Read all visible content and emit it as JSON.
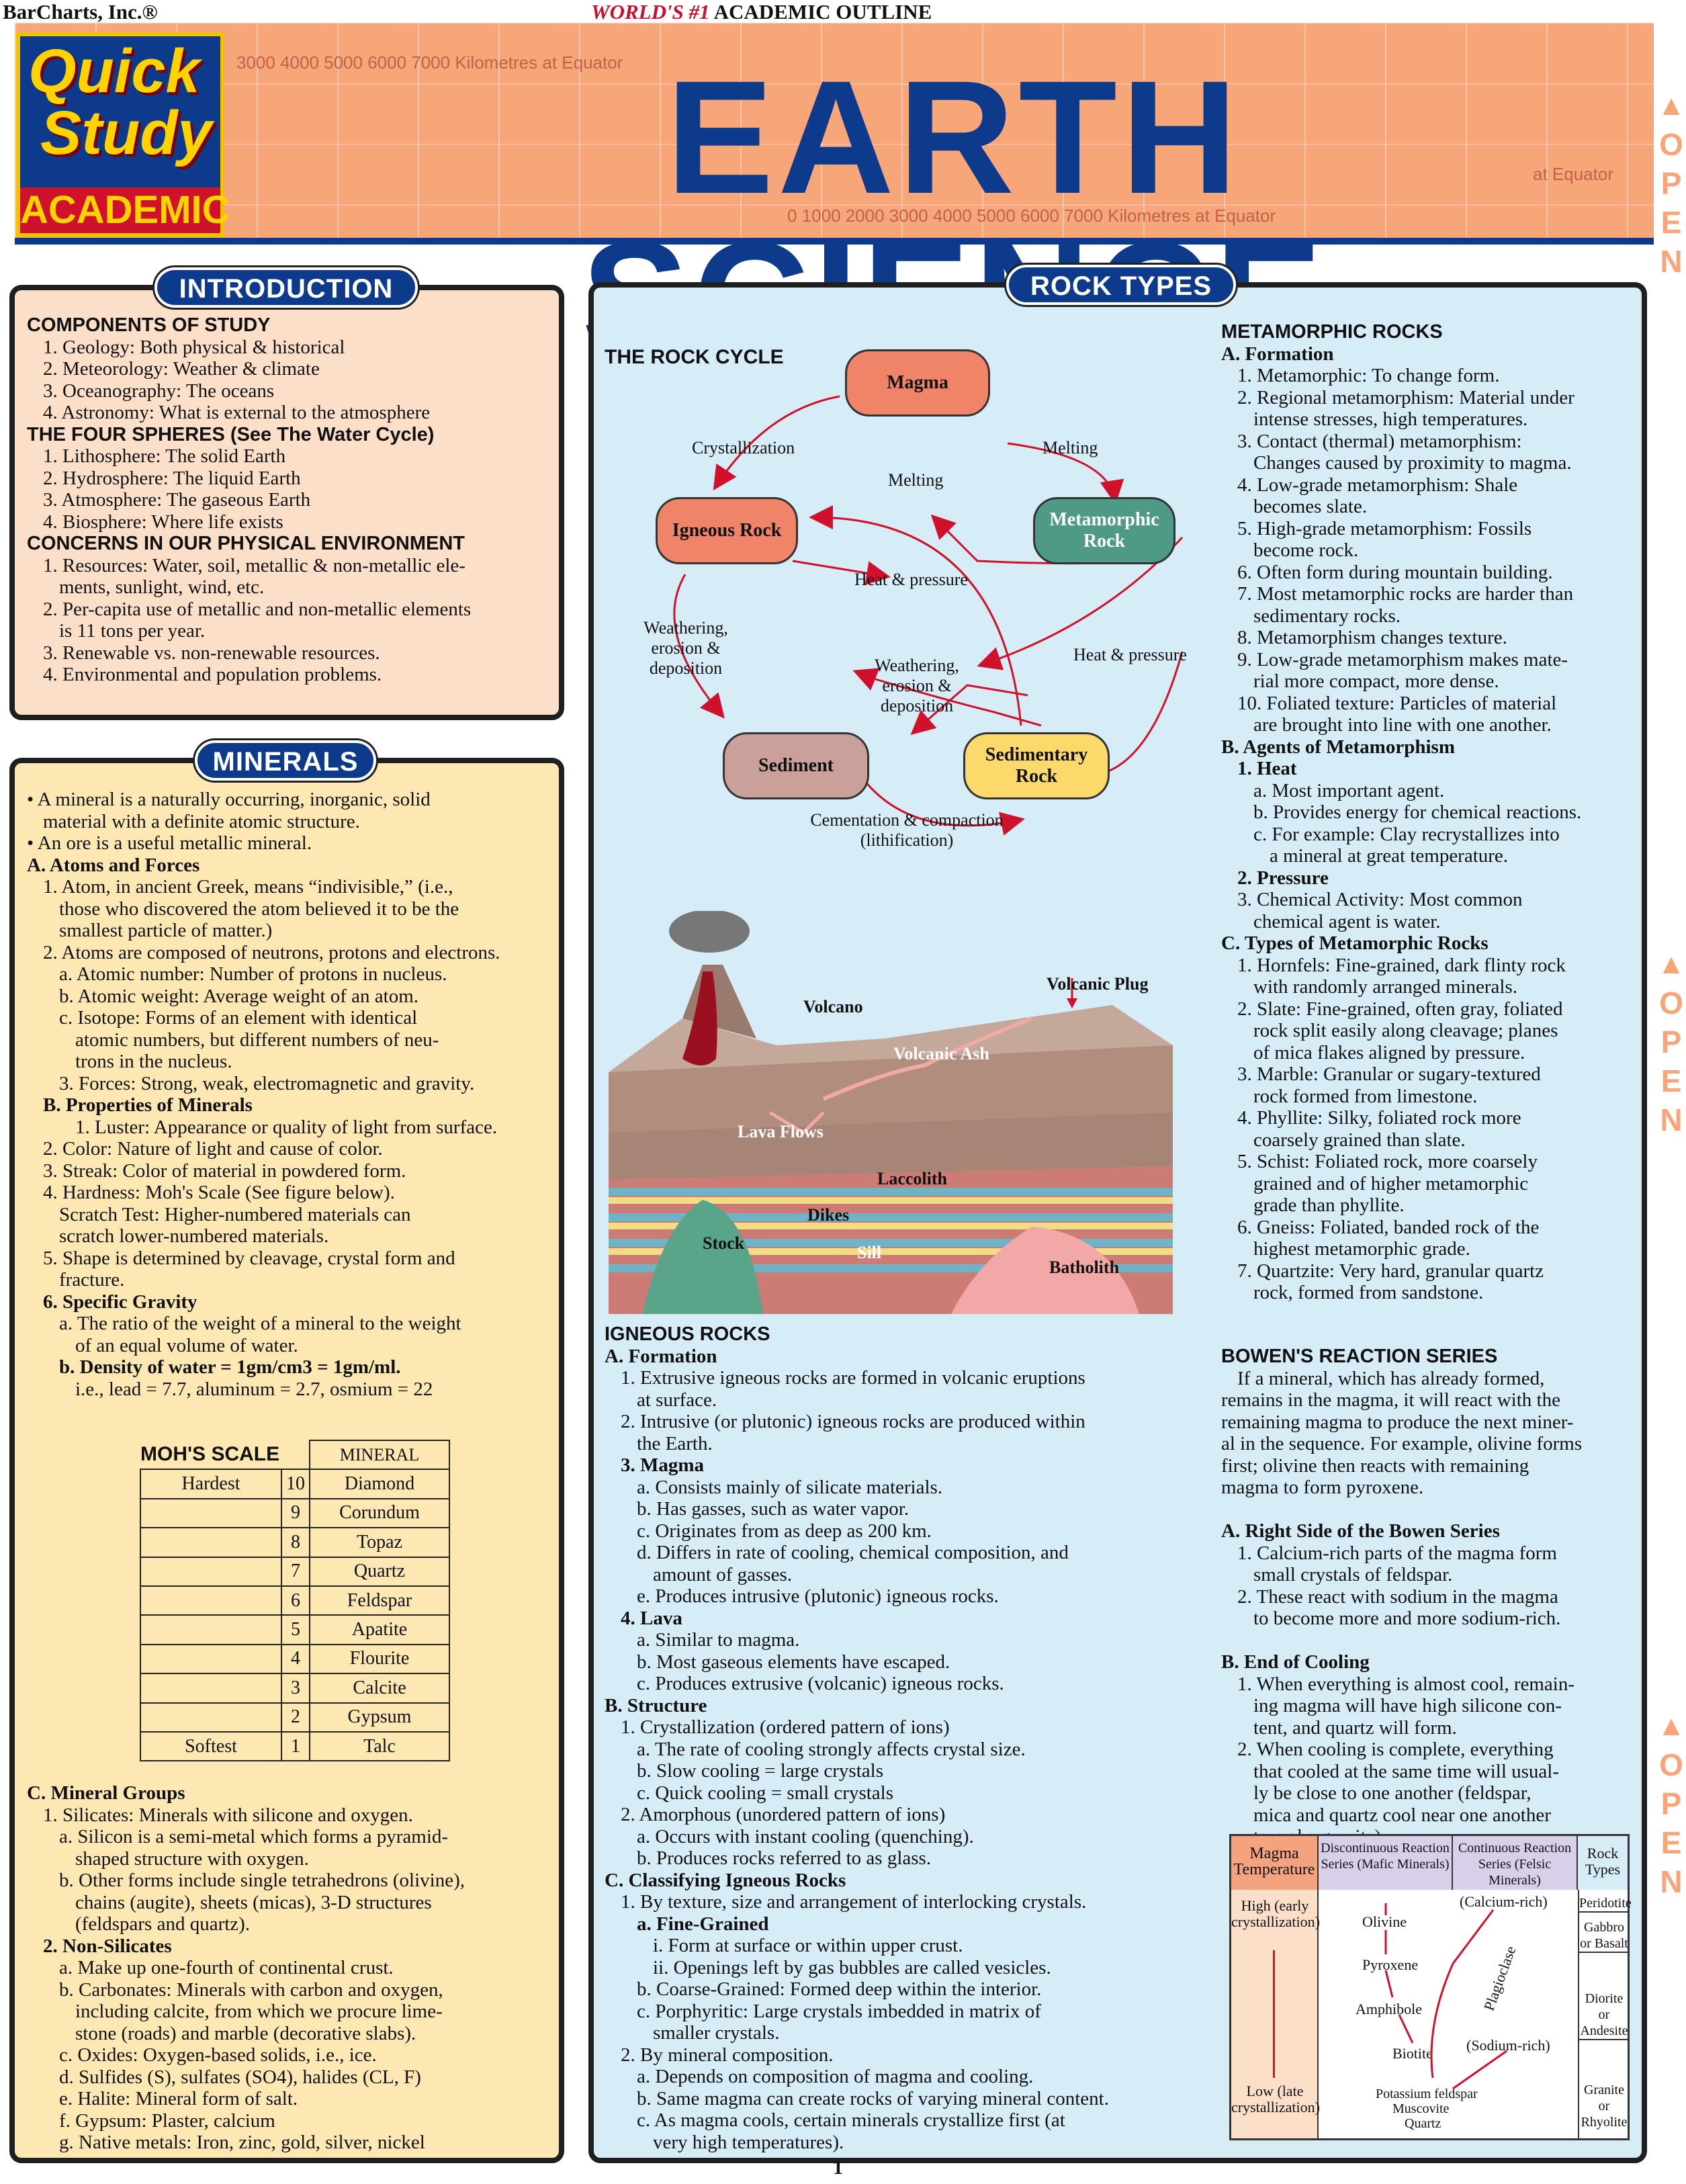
{
  "header": {
    "publisher": "BarCharts, Inc.®",
    "tag_red": "WORLD'S #1",
    "tag_black": "ACADEMIC OUTLINE",
    "title": "EARTH SCIENCE",
    "logo_quick": "Quick",
    "logo_study": "Study",
    "logo_academic": "ACADEMIC",
    "scale_top": "3000 4000 5000 6000 7000 Kilometres at Equator",
    "scale_mid": "at Equator",
    "scale_bottom": "0 1000 2000 3000 4000 5000 6000 7000 Kilometres at Equator",
    "open_text": "OPEN"
  },
  "intro": {
    "title": "INTRODUCTION",
    "lines": [
      {
        "t": "COMPONENTS OF STUDY",
        "s": "h2"
      },
      {
        "t": "1. Geology: Both physical & historical",
        "i": 1
      },
      {
        "t": "2. Meteorology: Weather & climate",
        "i": 1
      },
      {
        "t": "3. Oceanography: The oceans",
        "i": 1
      },
      {
        "t": "4. Astronomy: What is external to the atmosphere",
        "i": 1
      },
      {
        "t": "THE FOUR SPHERES (See The Water Cycle)",
        "s": "h2"
      },
      {
        "t": "1. Lithosphere: The solid Earth",
        "i": 1
      },
      {
        "t": "2. Hydrosphere: The liquid Earth",
        "i": 1
      },
      {
        "t": "3. Atmosphere: The gaseous Earth",
        "i": 1
      },
      {
        "t": "4. Biosphere: Where life exists",
        "i": 1
      },
      {
        "t": "CONCERNS IN OUR PHYSICAL ENVIRONMENT",
        "s": "h2"
      },
      {
        "t": "1. Resources: Water, soil, metallic & non-metallic ele-",
        "i": 1
      },
      {
        "t": "ments, sunlight, wind, etc.",
        "i": 2
      },
      {
        "t": "2. Per-capita use of metallic and non-metallic elements",
        "i": 1
      },
      {
        "t": "is 11 tons per year.",
        "i": 2
      },
      {
        "t": "3. Renewable vs. non-renewable resources.",
        "i": 1
      },
      {
        "t": "4. Environmental and population problems.",
        "i": 1
      }
    ]
  },
  "minerals": {
    "title": "MINERALS",
    "lines": [
      {
        "t": "• A mineral is a naturally occurring, inorganic, solid",
        "i": 0
      },
      {
        "t": "material with a definite atomic structure.",
        "i": 1
      },
      {
        "t": "• An ore is a useful metallic mineral.",
        "i": 0
      },
      {
        "t": "A. Atoms and Forces",
        "s": "h"
      },
      {
        "t": "1. Atom, in ancient Greek, means “indivisible,” (i.e.,",
        "i": 1
      },
      {
        "t": "those who discovered the atom believed it to be the",
        "i": 2
      },
      {
        "t": "smallest particle of matter.)",
        "i": 2
      },
      {
        "t": "2. Atoms are composed of neutrons, protons and electrons.",
        "i": 1
      },
      {
        "t": "a. Atomic number: Number of protons in nucleus.",
        "i": 2
      },
      {
        "t": "b. Atomic weight: Average weight of an atom.",
        "i": 2
      },
      {
        "t": "c. Isotope: Forms of an element with identical",
        "i": 2
      },
      {
        "t": "atomic numbers, but different numbers of neu-",
        "i": 3
      },
      {
        "t": "trons in the nucleus.",
        "i": 3
      },
      {
        "t": "3. Forces: Strong, weak, electromagnetic and gravity.",
        "i": 2
      },
      {
        "t": "B. Properties of Minerals",
        "s": "h",
        "i": 1
      },
      {
        "t": "1. Luster: Appearance or quality of light from surface.",
        "i": 3
      },
      {
        "t": "2. Color: Nature of light and cause of color.",
        "i": 1
      },
      {
        "t": "3. Streak: Color of material in powdered form.",
        "i": 1
      },
      {
        "t": "4. Hardness: Moh's Scale (See figure below).",
        "i": 1
      },
      {
        "t": "Scratch Test: Higher-numbered materials can",
        "i": 2
      },
      {
        "t": "scratch lower-numbered materials.",
        "i": 2
      },
      {
        "t": "5. Shape is determined by cleavage, crystal form and",
        "i": 1
      },
      {
        "t": "fracture.",
        "i": 2
      },
      {
        "t": "6. Specific Gravity",
        "i": 1,
        "s": "h"
      },
      {
        "t": "a. The ratio of the weight of a mineral to the weight",
        "i": 2
      },
      {
        "t": "of an equal volume of water.",
        "i": 3
      },
      {
        "t": "b. Density of water = 1gm/cm3 = 1gm/ml.",
        "i": 2,
        "s": "h"
      },
      {
        "t": "i.e., lead = 7.7, aluminum = 2.7, osmium = 22",
        "i": 3
      }
    ]
  },
  "minerals2": {
    "lines": [
      {
        "t": "C. Mineral Groups",
        "s": "h"
      },
      {
        "t": "1. Silicates: Minerals with silicone and oxygen.",
        "i": 1
      },
      {
        "t": "a. Silicon is a semi-metal which forms a pyramid-",
        "i": 2
      },
      {
        "t": "shaped structure with oxygen.",
        "i": 3
      },
      {
        "t": "b. Other forms include single tetrahedrons (olivine),",
        "i": 2
      },
      {
        "t": "chains (augite), sheets (micas), 3-D structures",
        "i": 3
      },
      {
        "t": "(feldspars and quartz).",
        "i": 3
      },
      {
        "t": "2. Non-Silicates",
        "i": 1,
        "s": "h"
      },
      {
        "t": "a. Make up one-fourth of continental crust.",
        "i": 2
      },
      {
        "t": "b. Carbonates: Minerals with carbon and oxygen,",
        "i": 2
      },
      {
        "t": "including calcite, from which we procure lime-",
        "i": 3
      },
      {
        "t": "stone (roads) and marble (decorative slabs).",
        "i": 3
      },
      {
        "t": "c. Oxides: Oxygen-based solids, i.e., ice.",
        "i": 2
      },
      {
        "t": "d. Sulfides (S), sulfates (SO4), halides (CL, F)",
        "i": 2
      },
      {
        "t": "e. Halite: Mineral form of salt.",
        "i": 2
      },
      {
        "t": "f. Gypsum: Plaster, calcium",
        "i": 2
      },
      {
        "t": "g. Native metals: Iron, zinc, gold, silver, nickel",
        "i": 2
      }
    ]
  },
  "moh": {
    "title": "MOH'S SCALE",
    "col": "MINERAL",
    "hardest": "Hardest",
    "softest": "Softest",
    "rows": [
      [
        "10",
        "Diamond"
      ],
      [
        "9",
        "Corundum"
      ],
      [
        "8",
        "Topaz"
      ],
      [
        "7",
        "Quartz"
      ],
      [
        "6",
        "Feldspar"
      ],
      [
        "5",
        "Apatite"
      ],
      [
        "4",
        "Flourite"
      ],
      [
        "3",
        "Calcite"
      ],
      [
        "2",
        "Gypsum"
      ],
      [
        "1",
        "Talc"
      ]
    ]
  },
  "rock": {
    "title": "ROCK TYPES",
    "cycle_title": "THE ROCK CYCLE",
    "nodes": {
      "magma": "Magma",
      "igneous": "Igneous Rock",
      "meta": "Metamorphic Rock",
      "sediment": "Sediment",
      "sedrock": "Sedimentary Rock"
    },
    "labels": {
      "cryst": "Crystallization",
      "melt1": "Melting",
      "melt2": "Melting",
      "heat1": "Heat & pressure",
      "heat2": "Heat & pressure",
      "weath1": "Weathering, erosion & deposition",
      "weath2": "Weathering, erosion & deposition",
      "cement": "Cementation & compaction (lithification)"
    },
    "volcano": {
      "volcano": "Volcano",
      "plug": "Volcanic Plug",
      "ash": "Volcanic Ash",
      "lava": "Lava Flows",
      "laccolith": "Laccolith",
      "dikes": "Dikes",
      "stock": "Stock",
      "sill": "Sill",
      "batholith": "Batholith"
    }
  },
  "igneous": {
    "lines": [
      {
        "t": "IGNEOUS ROCKS",
        "s": "h2"
      },
      {
        "t": "A. Formation",
        "s": "h"
      },
      {
        "t": "1. Extrusive igneous rocks are formed in volcanic eruptions",
        "i": 1
      },
      {
        "t": "at surface.",
        "i": 2
      },
      {
        "t": "2. Intrusive (or plutonic) igneous rocks are produced within",
        "i": 1
      },
      {
        "t": "the Earth.",
        "i": 2
      },
      {
        "t": "3. Magma",
        "i": 1,
        "s": "h"
      },
      {
        "t": "a. Consists mainly of silicate materials.",
        "i": 2
      },
      {
        "t": "b. Has gasses, such as water vapor.",
        "i": 2
      },
      {
        "t": "c. Originates from as deep as 200 km.",
        "i": 2
      },
      {
        "t": "d. Differs in rate of cooling, chemical composition, and",
        "i": 2
      },
      {
        "t": "amount of gasses.",
        "i": 3
      },
      {
        "t": "e. Produces intrusive (plutonic) igneous rocks.",
        "i": 2
      },
      {
        "t": "4. Lava",
        "i": 1,
        "s": "h"
      },
      {
        "t": "a. Similar to magma.",
        "i": 2
      },
      {
        "t": "b. Most gaseous elements have escaped.",
        "i": 2
      },
      {
        "t": "c. Produces extrusive (volcanic) igneous rocks.",
        "i": 2
      },
      {
        "t": "B. Structure",
        "s": "h"
      },
      {
        "t": "1. Crystallization (ordered pattern of ions)",
        "i": 1
      },
      {
        "t": "a. The rate of cooling strongly affects crystal size.",
        "i": 2
      },
      {
        "t": "b. Slow cooling = large crystals",
        "i": 2
      },
      {
        "t": "c. Quick cooling = small crystals",
        "i": 2
      },
      {
        "t": "2. Amorphous (unordered pattern of ions)",
        "i": 1
      },
      {
        "t": "a. Occurs with instant cooling (quenching).",
        "i": 2
      },
      {
        "t": "b. Produces rocks referred to as glass.",
        "i": 2
      },
      {
        "t": "C. Classifying Igneous Rocks",
        "s": "h"
      },
      {
        "t": "1. By texture, size and arrangement of interlocking crystals.",
        "i": 1
      },
      {
        "t": "a. Fine-Grained",
        "i": 2,
        "s": "h"
      },
      {
        "t": "i. Form at surface or within upper crust.",
        "i": 3
      },
      {
        "t": "ii. Openings left by gas bubbles are called vesicles.",
        "i": 3
      },
      {
        "t": "b. Coarse-Grained: Formed deep within the interior.",
        "i": 2
      },
      {
        "t": "c. Porphyritic: Large crystals imbedded in matrix of",
        "i": 2
      },
      {
        "t": "smaller crystals.",
        "i": 3
      },
      {
        "t": "2. By mineral composition.",
        "i": 1
      },
      {
        "t": "a. Depends on composition of magma and cooling.",
        "i": 2
      },
      {
        "t": "b. Same magma can create rocks of varying mineral content.",
        "i": 2
      },
      {
        "t": "c. As magma cools, certain minerals crystallize first (at",
        "i": 2
      },
      {
        "t": "very high temperatures).",
        "i": 3
      }
    ]
  },
  "metamorphic": {
    "lines": [
      {
        "t": "METAMORPHIC ROCKS",
        "s": "h2"
      },
      {
        "t": "A. Formation",
        "s": "h"
      },
      {
        "t": "1. Metamorphic: To change form.",
        "i": 1
      },
      {
        "t": "2. Regional metamorphism: Material under",
        "i": 1
      },
      {
        "t": "intense stresses, high temperatures.",
        "i": 2
      },
      {
        "t": "3. Contact (thermal) metamorphism:",
        "i": 1
      },
      {
        "t": "Changes caused by proximity to magma.",
        "i": 2
      },
      {
        "t": "4. Low-grade metamorphism: Shale",
        "i": 1
      },
      {
        "t": "becomes slate.",
        "i": 2
      },
      {
        "t": "5. High-grade metamorphism: Fossils",
        "i": 1
      },
      {
        "t": "become rock.",
        "i": 2
      },
      {
        "t": "6. Often form during mountain building.",
        "i": 1
      },
      {
        "t": "7. Most metamorphic rocks are harder than",
        "i": 1
      },
      {
        "t": "sedimentary rocks.",
        "i": 2
      },
      {
        "t": "8. Metamorphism changes texture.",
        "i": 1
      },
      {
        "t": "9. Low-grade metamorphism makes mate-",
        "i": 1
      },
      {
        "t": "rial more compact, more dense.",
        "i": 2
      },
      {
        "t": "10. Foliated texture: Particles of material",
        "i": 1
      },
      {
        "t": "are brought into line with one another.",
        "i": 2
      },
      {
        "t": "B. Agents of Metamorphism",
        "s": "h"
      },
      {
        "t": "1. Heat",
        "i": 1,
        "s": "h"
      },
      {
        "t": "a. Most important agent.",
        "i": 2
      },
      {
        "t": "b. Provides energy for chemical reactions.",
        "i": 2
      },
      {
        "t": "c. For example: Clay recrystallizes into",
        "i": 2
      },
      {
        "t": "a mineral at great temperature.",
        "i": 3
      },
      {
        "t": "2. Pressure",
        "i": 1,
        "s": "h"
      },
      {
        "t": "3. Chemical Activity: Most common",
        "i": 1
      },
      {
        "t": "chemical agent is water.",
        "i": 2
      },
      {
        "t": "C. Types of Metamorphic Rocks",
        "s": "h"
      },
      {
        "t": "1. Hornfels: Fine-grained, dark flinty rock",
        "i": 1
      },
      {
        "t": "with randomly arranged minerals.",
        "i": 2
      },
      {
        "t": "2. Slate: Fine-grained, often gray, foliated",
        "i": 1
      },
      {
        "t": "rock split easily along cleavage; planes",
        "i": 2
      },
      {
        "t": "of mica flakes aligned by pressure.",
        "i": 2
      },
      {
        "t": "3. Marble: Granular or sugary-textured",
        "i": 1
      },
      {
        "t": "rock formed from limestone.",
        "i": 2
      },
      {
        "t": "4. Phyllite: Silky, foliated rock more",
        "i": 1
      },
      {
        "t": "coarsely grained than slate.",
        "i": 2
      },
      {
        "t": "5. Schist: Foliated rock, more coarsely",
        "i": 1
      },
      {
        "t": "grained and of higher metamorphic",
        "i": 2
      },
      {
        "t": "grade than phyllite.",
        "i": 2
      },
      {
        "t": "6. Gneiss: Foliated, banded rock of the",
        "i": 1
      },
      {
        "t": "highest metamorphic grade.",
        "i": 2
      },
      {
        "t": "7. Quartzite: Very hard, granular quartz",
        "i": 1
      },
      {
        "t": "rock, formed from sandstone.",
        "i": 2
      }
    ]
  },
  "bowen": {
    "lines": [
      {
        "t": "BOWEN'S REACTION SERIES",
        "s": "h2"
      },
      {
        "t": "If a mineral, which has already formed,",
        "i": 1
      },
      {
        "t": "remains in the magma, it will react with the",
        "i": 0
      },
      {
        "t": "remaining magma to produce the next miner-",
        "i": 0
      },
      {
        "t": "al in the sequence. For example, olivine forms",
        "i": 0
      },
      {
        "t": "first; olivine then reacts with remaining",
        "i": 0
      },
      {
        "t": "magma to form pyroxene.",
        "i": 0
      },
      {
        "t": "",
        "i": 0
      },
      {
        "t": "A. Right Side of the Bowen Series",
        "s": "h"
      },
      {
        "t": "1. Calcium-rich parts of the magma form",
        "i": 1
      },
      {
        "t": "small crystals of feldspar.",
        "i": 2
      },
      {
        "t": "2. These react with sodium in the magma",
        "i": 1
      },
      {
        "t": "to become more and more sodium-rich.",
        "i": 2
      },
      {
        "t": "",
        "i": 0
      },
      {
        "t": "B. End of Cooling",
        "s": "h"
      },
      {
        "t": "1. When everything is almost cool, remain-",
        "i": 1
      },
      {
        "t": "ing magma will have high silicone con-",
        "i": 2
      },
      {
        "t": "tent, and quartz will form.",
        "i": 2
      },
      {
        "t": "2. When cooling is complete, everything",
        "i": 1
      },
      {
        "t": "that cooled at the same time will usual-",
        "i": 2
      },
      {
        "t": "ly be close to one another (feldspar,",
        "i": 2
      },
      {
        "t": "mica and quartz cool near one another",
        "i": 2
      },
      {
        "t": "to make granite).",
        "i": 2
      }
    ],
    "table": {
      "h_temp": "Magma Temperature",
      "h_disc": "Discontinuous Reaction Series (Mafic Minerals)",
      "h_cont": "Continuous Reaction Series (Felsic Minerals)",
      "h_rock": "Rock Types",
      "high": "High (early crystallization)",
      "low": "Low (late crystallization)",
      "olivine": "Olivine",
      "pyroxene": "Pyroxene",
      "amphibole": "Amphibole",
      "biotite": "Biotite",
      "calcium": "(Calcium-rich)",
      "sodium": "(Sodium-rich)",
      "plagioclase": "Plagioclase",
      "kfeld": "Potassium feldspar",
      "musc": "Muscovite",
      "quartz": "Quartz",
      "rocks": [
        "Peridotite",
        "Gabbro or Basalt",
        "Diorite or Andesite",
        "Granite or Rhyolite"
      ]
    }
  },
  "footer": {
    "page": "1"
  }
}
